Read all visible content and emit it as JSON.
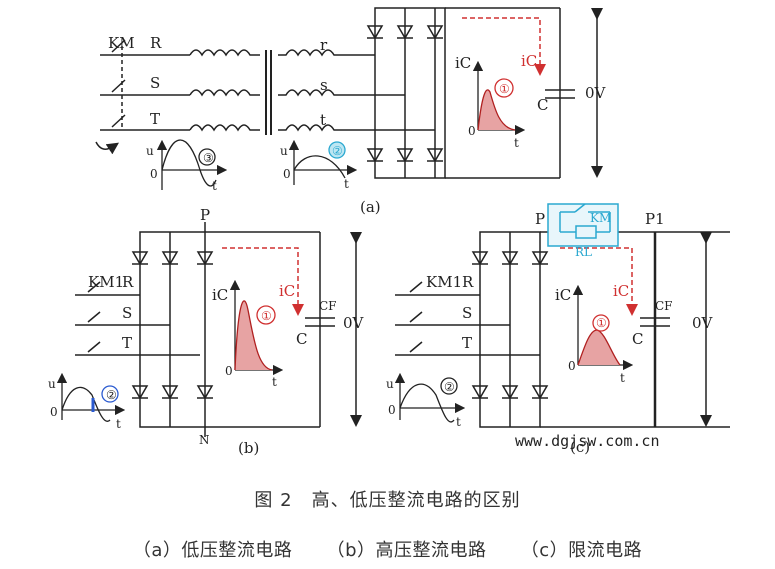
{
  "figure": {
    "title": "图 2　高、低压整流电路的区别",
    "captions": [
      "（a）低压整流电路",
      "（b）高压整流电路",
      "（c）限流电路"
    ],
    "watermark": "www.dgjsw.com.cn"
  },
  "circuit_a": {
    "switch": "KM",
    "phases_in": [
      "R",
      "S",
      "T"
    ],
    "phases_out": [
      "r",
      "s",
      "t"
    ],
    "current": "iC",
    "current_label": "iC",
    "circle_num": "①",
    "axis_zero": "0",
    "axis_t": "t",
    "axis_u": "u",
    "cap": "C",
    "dc": "0V",
    "wave_num": "③",
    "wave_num2": "②",
    "panel": "(a)"
  },
  "circuit_b": {
    "switch": "KM1",
    "phases": [
      "R",
      "S",
      "T"
    ],
    "top_node": "P",
    "bottom_node": "N",
    "current": "iC",
    "current_label": "iC",
    "circle_num": "①",
    "axis_zero": "0",
    "axis_t": "t",
    "axis_u": "u",
    "cap": "C",
    "cap_name": "CF",
    "dc": "0V",
    "wave_num": "②",
    "panel": "(b)"
  },
  "circuit_c": {
    "switch": "KM1",
    "phases": [
      "R",
      "S",
      "T"
    ],
    "top_node": "P",
    "top_node2": "P1",
    "relay": "KM",
    "resistor": "RL",
    "current": "iC",
    "current_label": "iC",
    "circle_num": "①",
    "axis_zero": "0",
    "axis_t": "t",
    "axis_u": "u",
    "cap": "C",
    "cap_name": "CF",
    "dc": "0V",
    "wave_num": "②",
    "panel": "(c)"
  },
  "colors": {
    "line": "#222222",
    "red": "#d03030",
    "blue": "#2aa8d0",
    "fill_red": "#e7a3a3"
  }
}
